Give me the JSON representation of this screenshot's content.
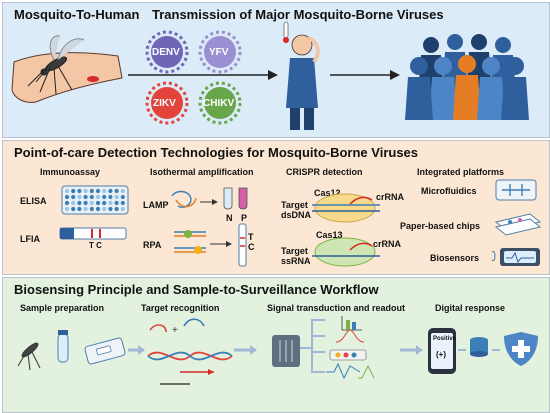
{
  "section1": {
    "title_left": "Mosquito-To-Human",
    "title_right": "Transmission of Major Mosquito-Borne Viruses",
    "viruses": [
      "DENV",
      "YFV",
      "ZIKV",
      "CHIKV"
    ],
    "colors": {
      "denv": "#6f66b8",
      "yfv": "#9a8fd0",
      "zikv": "#e2443c",
      "chikv": "#68a64a",
      "person": "#2f5f9c"
    }
  },
  "section2": {
    "title": "Point-of-care Detection Technologies for Mosquito-Borne Viruses",
    "immunoassay": {
      "heading": "Immunoassay",
      "elisa": "ELISA",
      "lfia": "LFIA",
      "lfia_marks": "T C"
    },
    "isothermal": {
      "heading": "Isothermal amplification",
      "lamp": "LAMP",
      "rpa": "RPA",
      "lamp_tubes": [
        "N",
        "P"
      ],
      "rpa_marks": [
        "T",
        "C"
      ]
    },
    "crispr": {
      "heading": "CRISPR detection",
      "cas12": "Cas12",
      "cas13": "Cas13",
      "crrna": "crRNA",
      "target_dsdna": [
        "Target",
        "dsDNA"
      ],
      "target_ssrna": [
        "Target",
        "ssRNA"
      ]
    },
    "platforms": {
      "heading": "Integrated platforms",
      "items": [
        "Microfluidics",
        "Paper-based chips",
        "Biosensors"
      ]
    }
  },
  "section3": {
    "title": "Biosensing Principle and Sample-to-Surveillance Workflow",
    "steps": [
      "Sample preparation",
      "Target recognition",
      "Signal transduction and readout",
      "Digital response"
    ],
    "phone_label": "Positive",
    "phone_sign": "(+)"
  }
}
